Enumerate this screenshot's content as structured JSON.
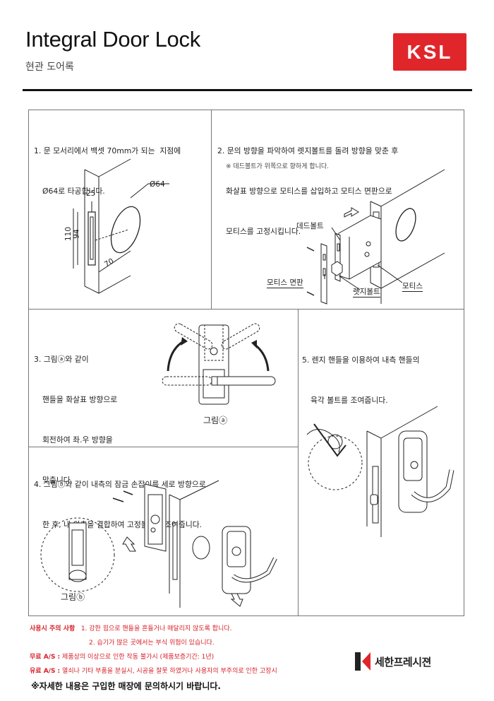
{
  "header": {
    "title": "Integral Door Lock",
    "subtitle": "현관 도어록",
    "logo_text": "KSL"
  },
  "steps": {
    "s1": {
      "line1": "1. 문 모서리에서 백셋 70mm가 되는  지점에",
      "line2": "Ø64로 타공합니다."
    },
    "s2": {
      "line1": "2. 문의 방향을 파악하여 렛지볼트를 돌려 방향을 맞춘 후",
      "line2": "화살표 방향으로 모티스를 삽입하고 모티스 면판으로",
      "line3": "모티스를 고정시킵니다.",
      "note": "※ 데드볼트가 위쪽으로 향하게 합니다."
    },
    "s3": {
      "line1": "3. 그림ⓐ와 같이",
      "line2": "핸들을 화살표 방향으로",
      "line3": "회전하여 좌.우 방향을",
      "line4": "맞춥니다."
    },
    "s4": {
      "line1": "4. 그림ⓑ와 같이 내측의 잠금 손잡이를 세로 방향으로",
      "line2": "한 후, 내.외측을 결합하여 고정볼트로 조여줍니다."
    },
    "s5": {
      "line1": "5. 렌지 핸들을 이용하여 내측 핸들의",
      "line2": "육각 볼트를 조여줍니다."
    }
  },
  "figure1": {
    "dim_25": "25",
    "dim_110": "110",
    "dim_94": "94",
    "dim_64": "Ø64",
    "dim_70": "70"
  },
  "figure2": {
    "deadbolt": "데드볼트",
    "mortise_plate": "모티스 면판",
    "latch_bolt": "렛지볼트",
    "mortise": "모티스"
  },
  "figure_a_caption": "그림ⓐ",
  "figure_b_caption": "그림ⓑ",
  "caution": {
    "label": "사용시 주의 사항",
    "item1": "1. 강한 힘으로 핸들을 흔들거나 매달리지 않도록 합니다.",
    "item2": "2. 습기가 많은 곳에서는 부식 위험이 있습니다.",
    "free_label": "무료 A/S :",
    "free_text": "제품상의 이상으로 인한 작동 불가시 (제품보증기간: 1년)",
    "paid_label": "유료 A/S :",
    "paid_text": "열쇠나 기타 부품을 분실시, 시공을 잘못 하였거나 사용자의 부주의로 인한 고장시"
  },
  "footer_note": "※자세한 내용은 구입한 매장에 문의하시기 바랍니다.",
  "brand": {
    "name": "세한프레시젼"
  },
  "colors": {
    "accent_red": "#e1262b",
    "caution_red": "#d71f27"
  }
}
